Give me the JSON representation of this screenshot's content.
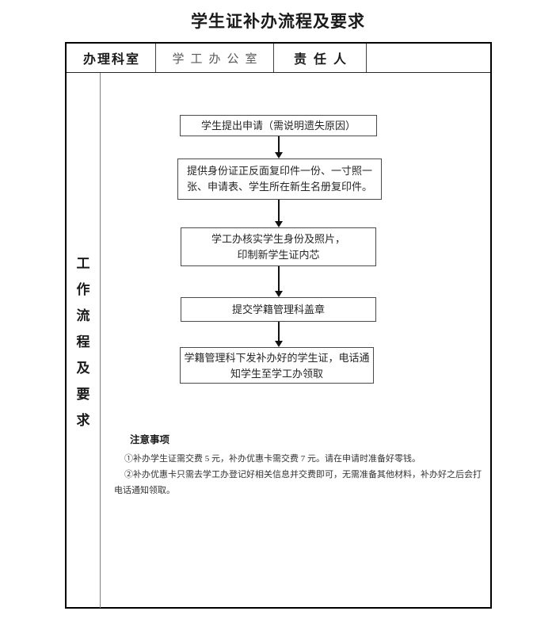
{
  "title": "学生证补办流程及要求",
  "table": {
    "header": {
      "office_label": "办理科室",
      "office_value": "学工办公室",
      "person_label": "责任人",
      "person_value": ""
    },
    "side_label": "工作流程及要求",
    "side_label_chars": [
      "工",
      "作",
      "流",
      "程",
      "及",
      "要",
      "求"
    ]
  },
  "flowchart": {
    "steps": [
      {
        "lines": [
          "学生提出申请（需说明遗失原因）"
        ]
      },
      {
        "lines": [
          "提供身份证正反面复印件一份、一寸照一",
          "张、申请表、学生所在新生名册复印件。"
        ]
      },
      {
        "lines": [
          "学工办核实学生身份及照片，",
          "印制新学生证内芯"
        ]
      },
      {
        "lines": [
          "提交学籍管理科盖章"
        ]
      },
      {
        "lines": [
          "学籍管理科下发补办好的学生证，电话通",
          "知学生至学工办领取"
        ]
      }
    ]
  },
  "notes": {
    "heading": "注意事项",
    "items": [
      "①补办学生证需交费 5 元，补办优惠卡需交费 7 元。请在申请时准备好零钱。",
      "②补办优惠卡只需去学工办登记好相关信息并交费即可，无需准备其他材料，补办好之后会打电话通知领取。"
    ]
  },
  "colors": {
    "ink": "#1a1a1a",
    "muted_text": "#595959",
    "outer_border": "#000000",
    "inner_border": "#808080",
    "box_border": "#4a4a4a",
    "background": "#ffffff"
  }
}
